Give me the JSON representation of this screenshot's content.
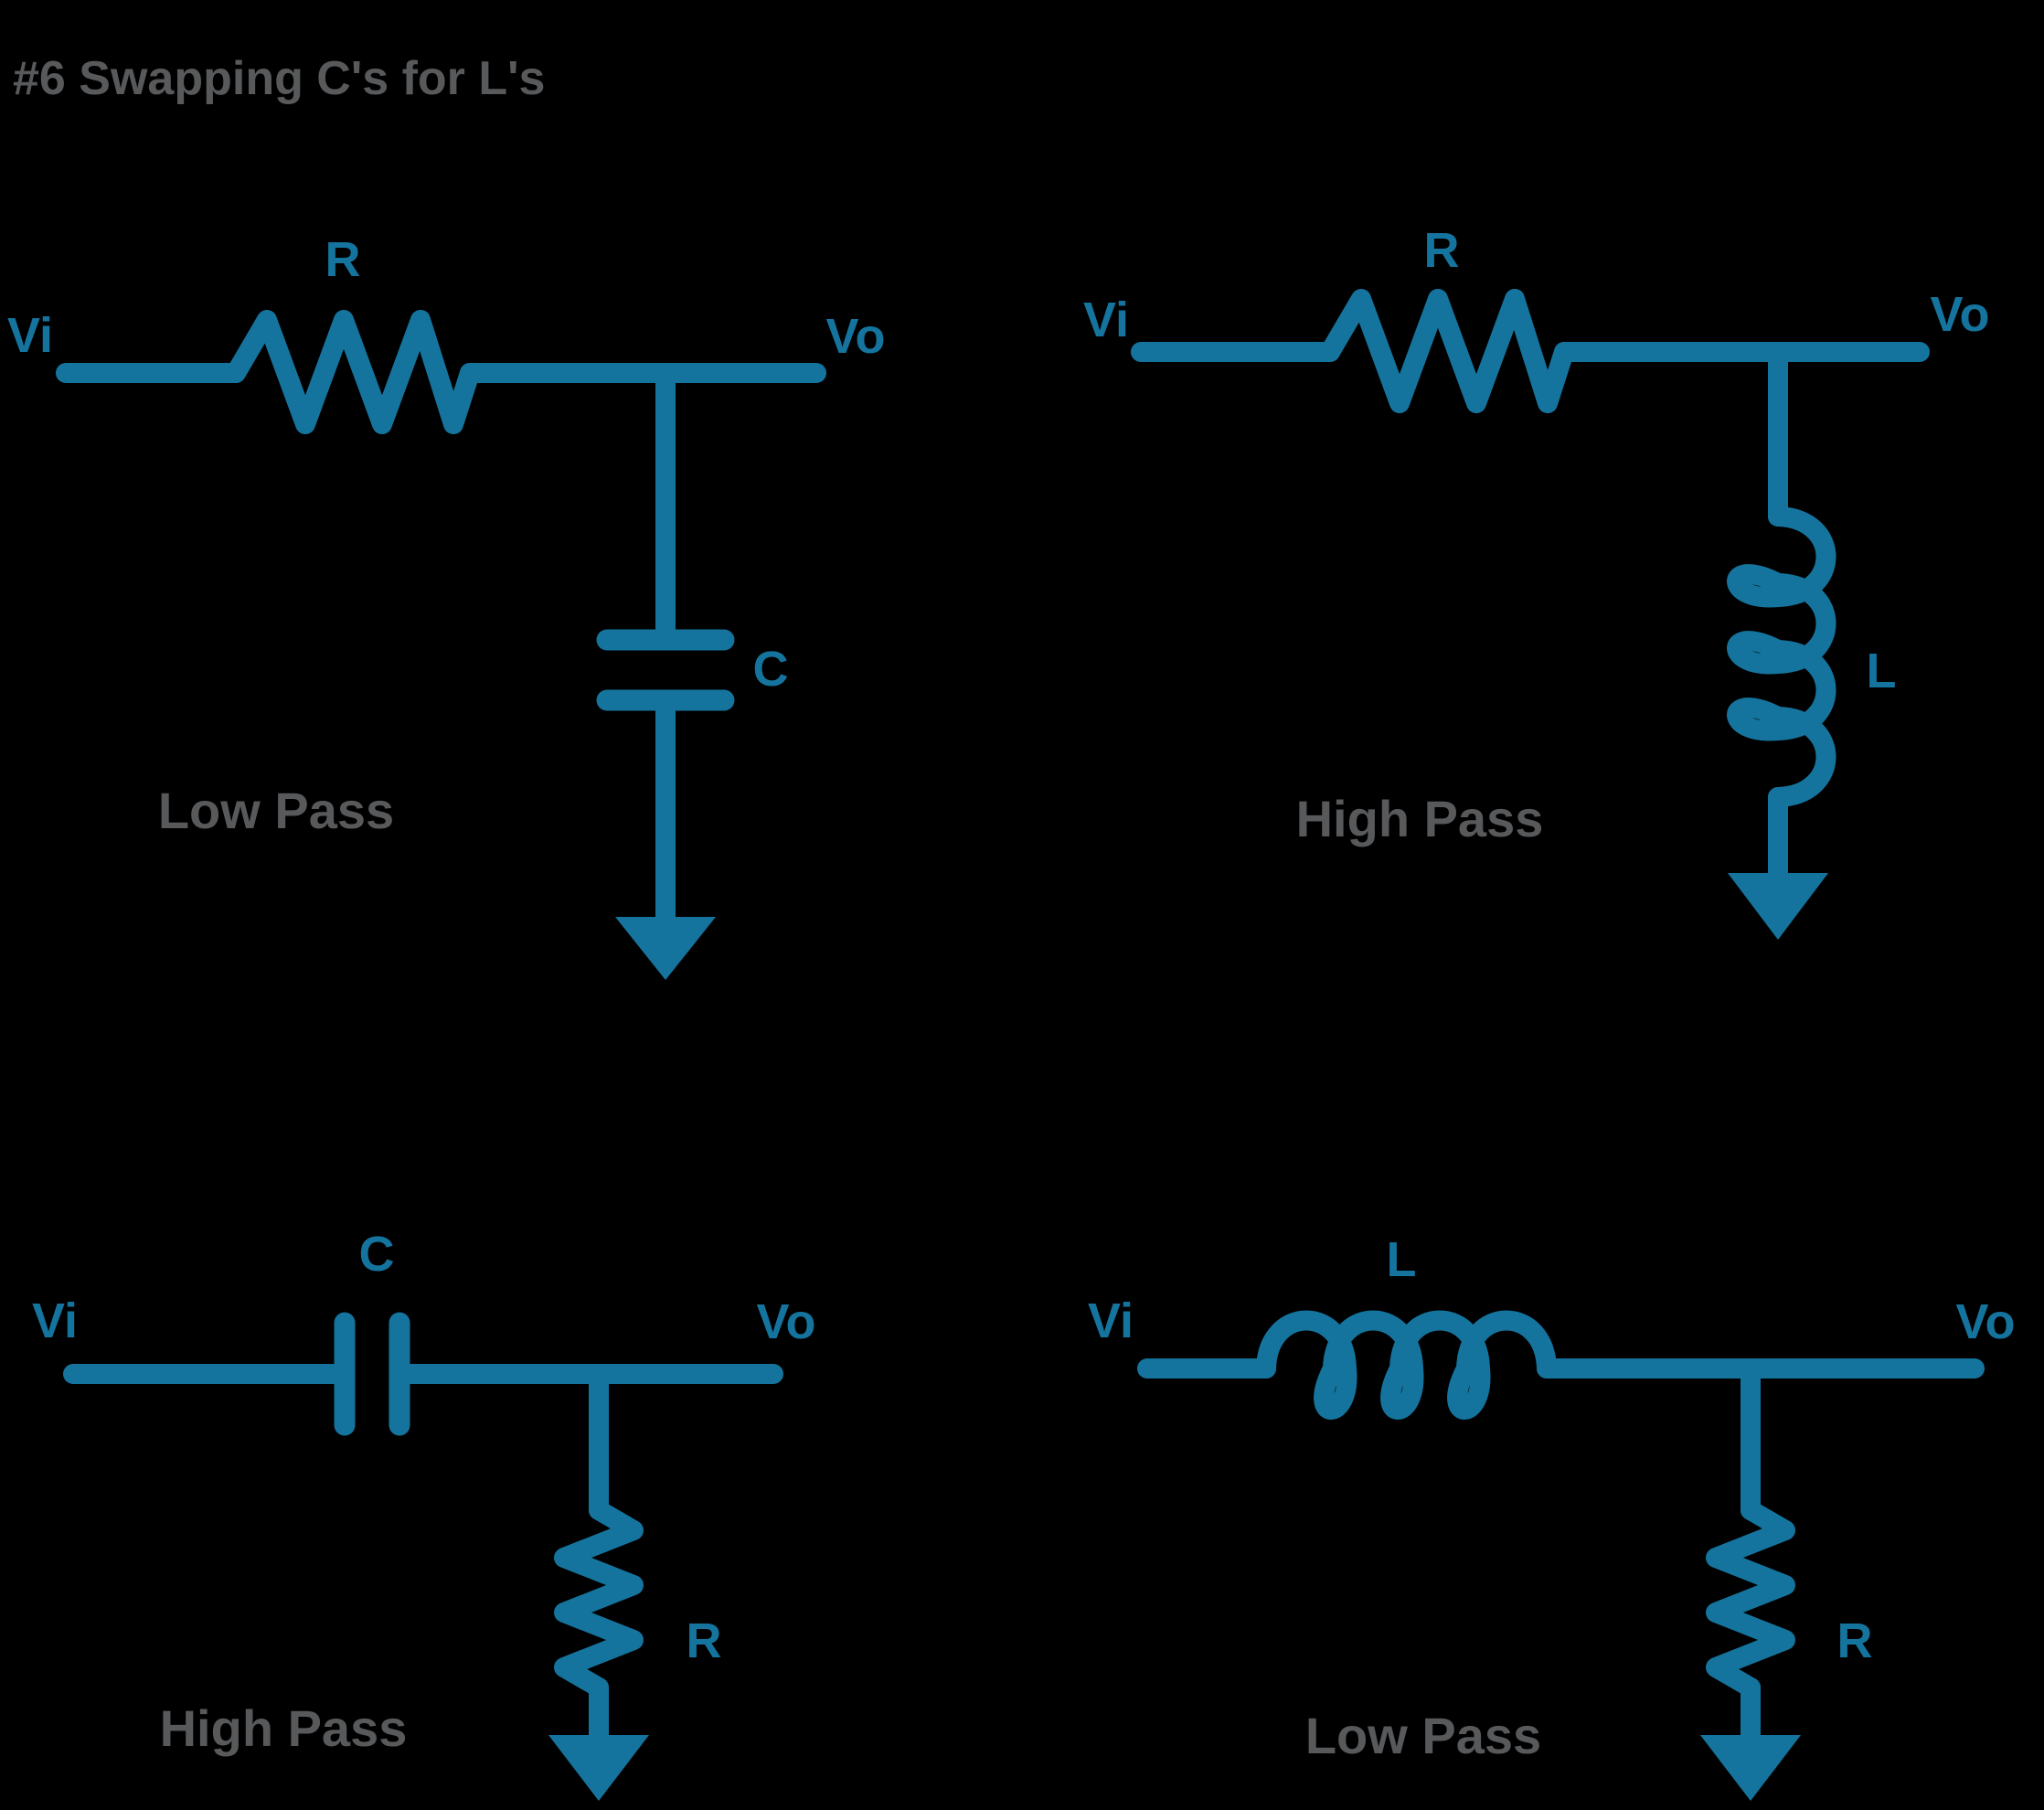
{
  "title": "#6 Swapping C's for L's",
  "colors": {
    "accent": "#15749E",
    "label_gray": "#58595B",
    "background": "#000000"
  },
  "circuits": [
    {
      "id": "rc-low-pass",
      "position": "top-left",
      "input_label": "Vi",
      "output_label": "Vo",
      "series_component": "R",
      "shunt_component": "C",
      "filter_type": "Low Pass"
    },
    {
      "id": "rl-high-pass",
      "position": "top-right",
      "input_label": "Vi",
      "output_label": "Vo",
      "series_component": "R",
      "shunt_component": "L",
      "filter_type": "High Pass"
    },
    {
      "id": "cr-high-pass",
      "position": "bottom-left",
      "input_label": "Vi",
      "output_label": "Vo",
      "series_component": "C",
      "shunt_component": "R",
      "filter_type": "High Pass"
    },
    {
      "id": "lr-low-pass",
      "position": "bottom-right",
      "input_label": "Vi",
      "output_label": "Vo",
      "series_component": "L",
      "shunt_component": "R",
      "filter_type": "Low Pass"
    }
  ]
}
